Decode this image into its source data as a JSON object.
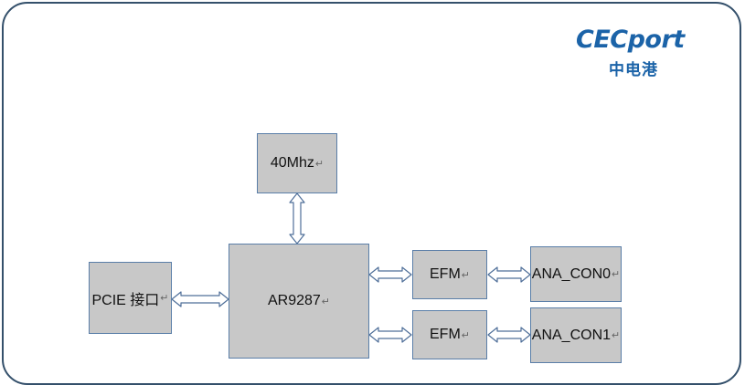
{
  "logo": {
    "brand": "CECport",
    "brand_cn": "中电港"
  },
  "blocks": {
    "osc": "40Mhz",
    "pcie": "PCIE 接口",
    "chip": "AR9287",
    "efm0": "EFM",
    "efm1": "EFM",
    "ana0": "ANA_CON0",
    "ana1": "ANA_CON1"
  },
  "paragraph_mark": "↵",
  "colors": {
    "block_fill": "#c8c8c8",
    "block_border": "#5a7ea8",
    "frame": "#34506b",
    "brand": "#1b63a8"
  }
}
